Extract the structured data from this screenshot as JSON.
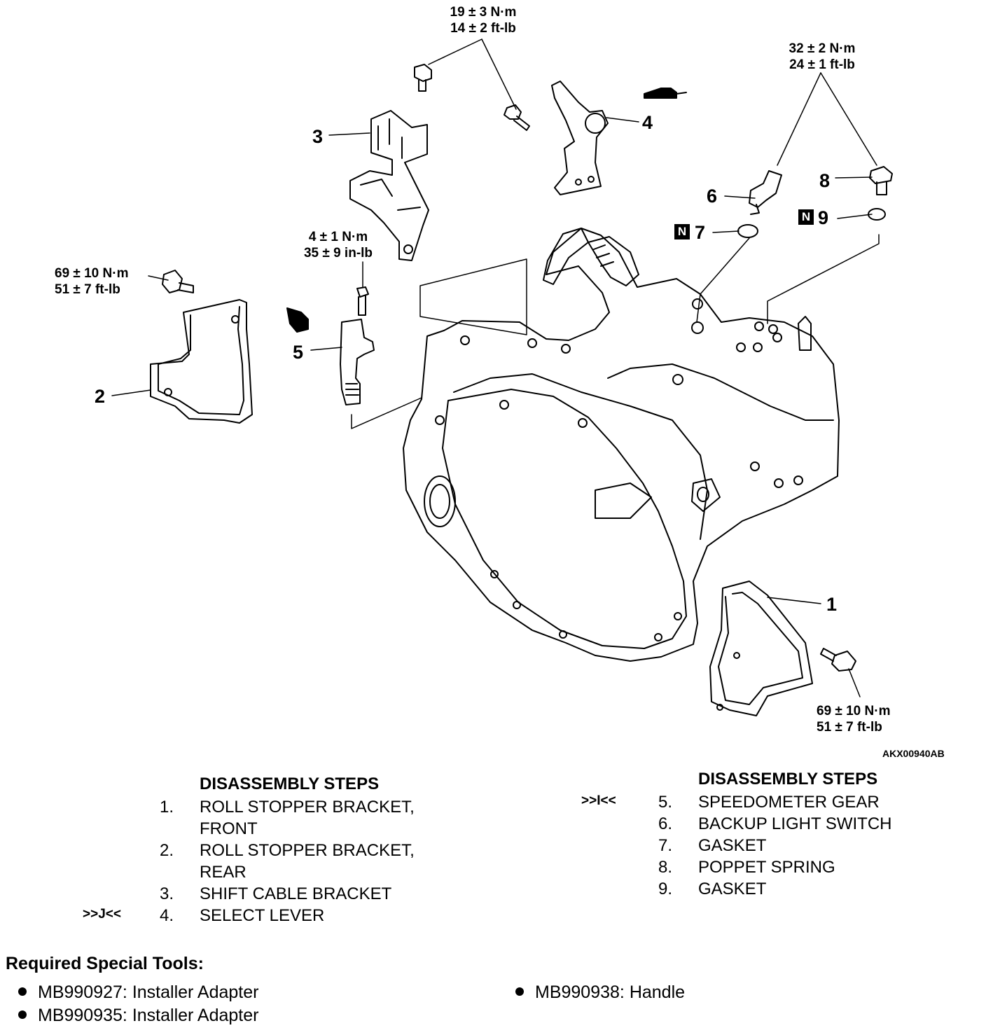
{
  "figure": {
    "code": "AKX00940AB",
    "parts": [
      {
        "number": "1"
      },
      {
        "number": "2"
      },
      {
        "number": "3"
      },
      {
        "number": "4"
      },
      {
        "number": "5"
      },
      {
        "number": "6"
      },
      {
        "number": "7"
      },
      {
        "number": "8"
      },
      {
        "number": "9"
      }
    ],
    "new_part_badge": "N",
    "torques": [
      {
        "line1": "19 ± 3 N·m",
        "line2": "14 ± 2 ft-lb"
      },
      {
        "line1": "32 ± 2 N·m",
        "line2": "24 ± 1 ft-lb"
      },
      {
        "line1": "4 ± 1 N·m",
        "line2": "35 ± 9 in-lb"
      },
      {
        "line1": "69 ± 10 N·m",
        "line2": "51 ± 7 ft-lb"
      },
      {
        "line1": "69 ± 10 N·m",
        "line2": "51 ± 7 ft-lb"
      }
    ]
  },
  "steps_left": {
    "heading": "DISASSEMBLY STEPS",
    "items": [
      {
        "num": "1.",
        "text": "ROLL STOPPER BRACKET,"
      },
      {
        "num": "",
        "text": "FRONT"
      },
      {
        "num": "2.",
        "text": "ROLL STOPPER BRACKET,"
      },
      {
        "num": "",
        "text": "REAR"
      },
      {
        "num": "3.",
        "text": "SHIFT CABLE BRACKET"
      },
      {
        "num": "4.",
        "text": "SELECT LEVER",
        "mark": ">>J<<"
      }
    ]
  },
  "steps_right": {
    "heading": "DISASSEMBLY STEPS",
    "items": [
      {
        "num": "5.",
        "text": "SPEEDOMETER GEAR",
        "mark": ">>I<<"
      },
      {
        "num": "6.",
        "text": "BACKUP LIGHT SWITCH"
      },
      {
        "num": "7.",
        "text": "GASKET"
      },
      {
        "num": "8.",
        "text": "POPPET SPRING"
      },
      {
        "num": "9.",
        "text": "GASKET"
      }
    ]
  },
  "tools": {
    "heading": "Required Special Tools:",
    "items": [
      "MB990927: Installer Adapter",
      "MB990935: Installer Adapter",
      "MB990938: Handle"
    ]
  }
}
